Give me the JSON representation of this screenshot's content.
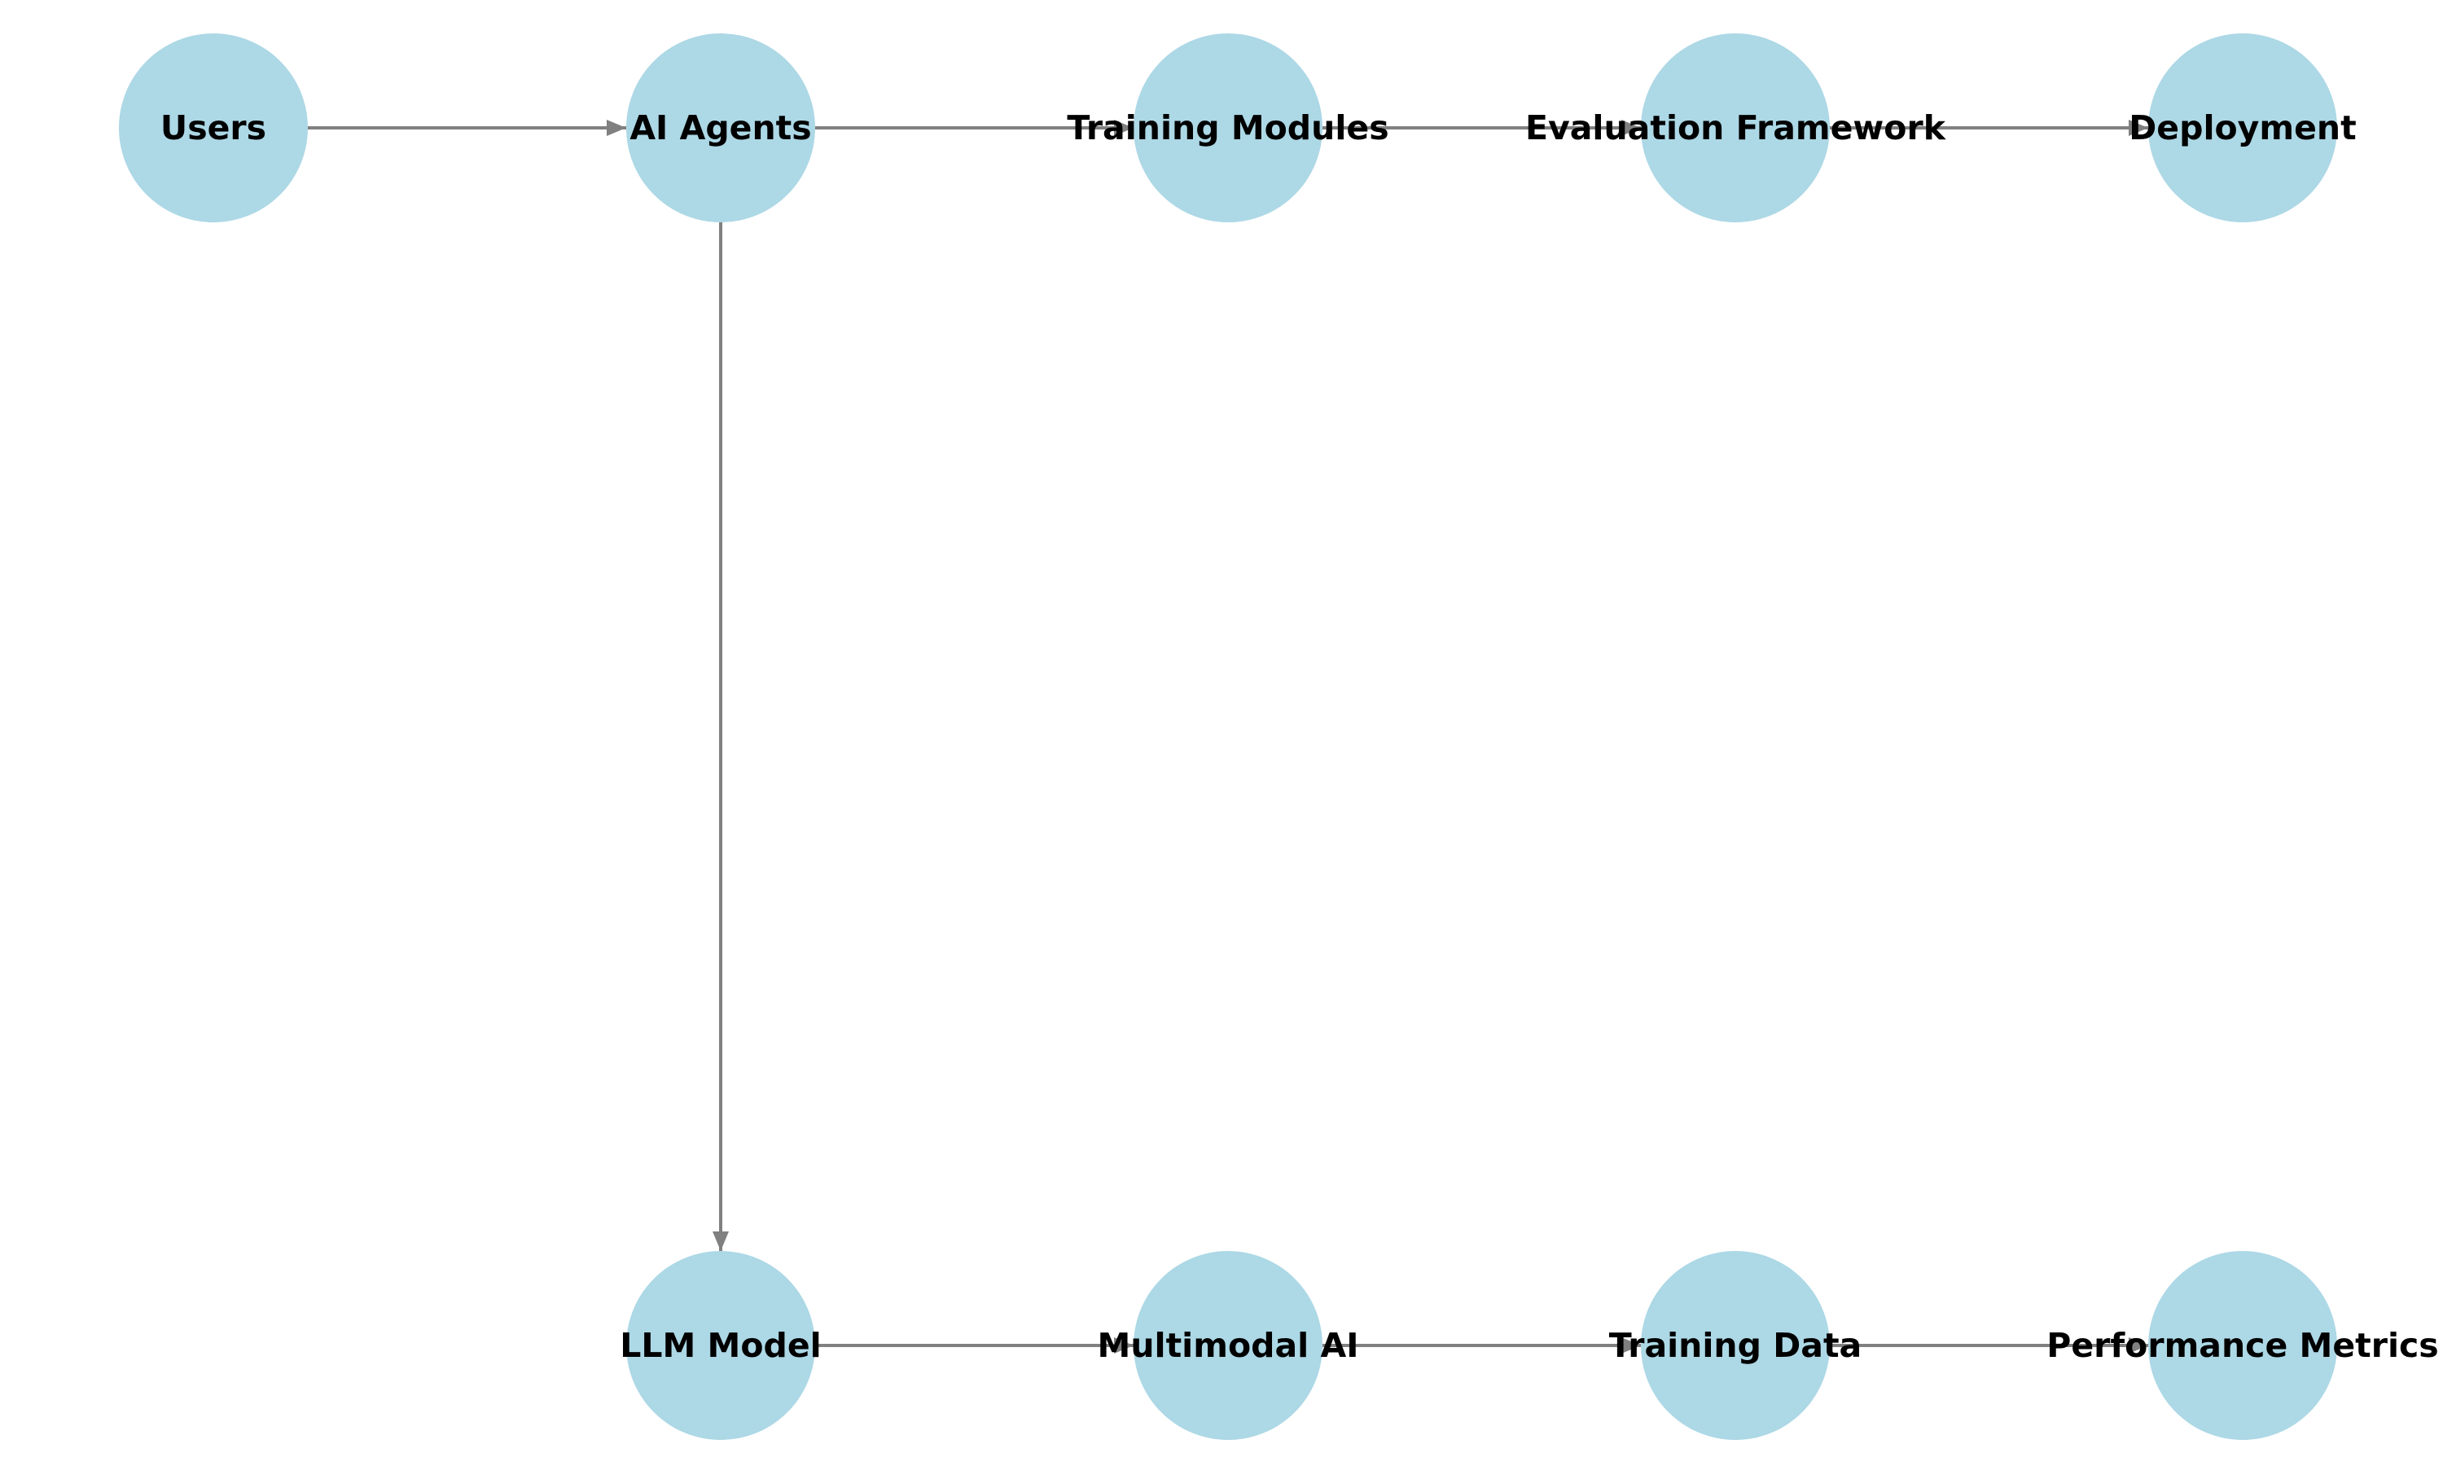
{
  "diagram": {
    "colors": {
      "node_fill": "#add8e6",
      "edge": "#808080",
      "label": "#000000",
      "background": "#ffffff"
    },
    "nodes": [
      {
        "id": "users",
        "label": "Users"
      },
      {
        "id": "ai-agents",
        "label": "AI Agents"
      },
      {
        "id": "training-modules",
        "label": "Training Modules"
      },
      {
        "id": "evaluation-framework",
        "label": "Evaluation Framework"
      },
      {
        "id": "deployment",
        "label": "Deployment"
      },
      {
        "id": "llm-model",
        "label": "LLM Model"
      },
      {
        "id": "multimodal-ai",
        "label": "Multimodal AI"
      },
      {
        "id": "training-data",
        "label": "Training Data"
      },
      {
        "id": "performance-metrics",
        "label": "Performance Metrics"
      }
    ],
    "edges": [
      {
        "from": "users",
        "to": "ai-agents"
      },
      {
        "from": "ai-agents",
        "to": "training-modules"
      },
      {
        "from": "training-modules",
        "to": "evaluation-framework"
      },
      {
        "from": "evaluation-framework",
        "to": "deployment"
      },
      {
        "from": "ai-agents",
        "to": "llm-model"
      },
      {
        "from": "llm-model",
        "to": "multimodal-ai"
      },
      {
        "from": "multimodal-ai",
        "to": "training-data"
      },
      {
        "from": "training-data",
        "to": "performance-metrics"
      }
    ]
  }
}
